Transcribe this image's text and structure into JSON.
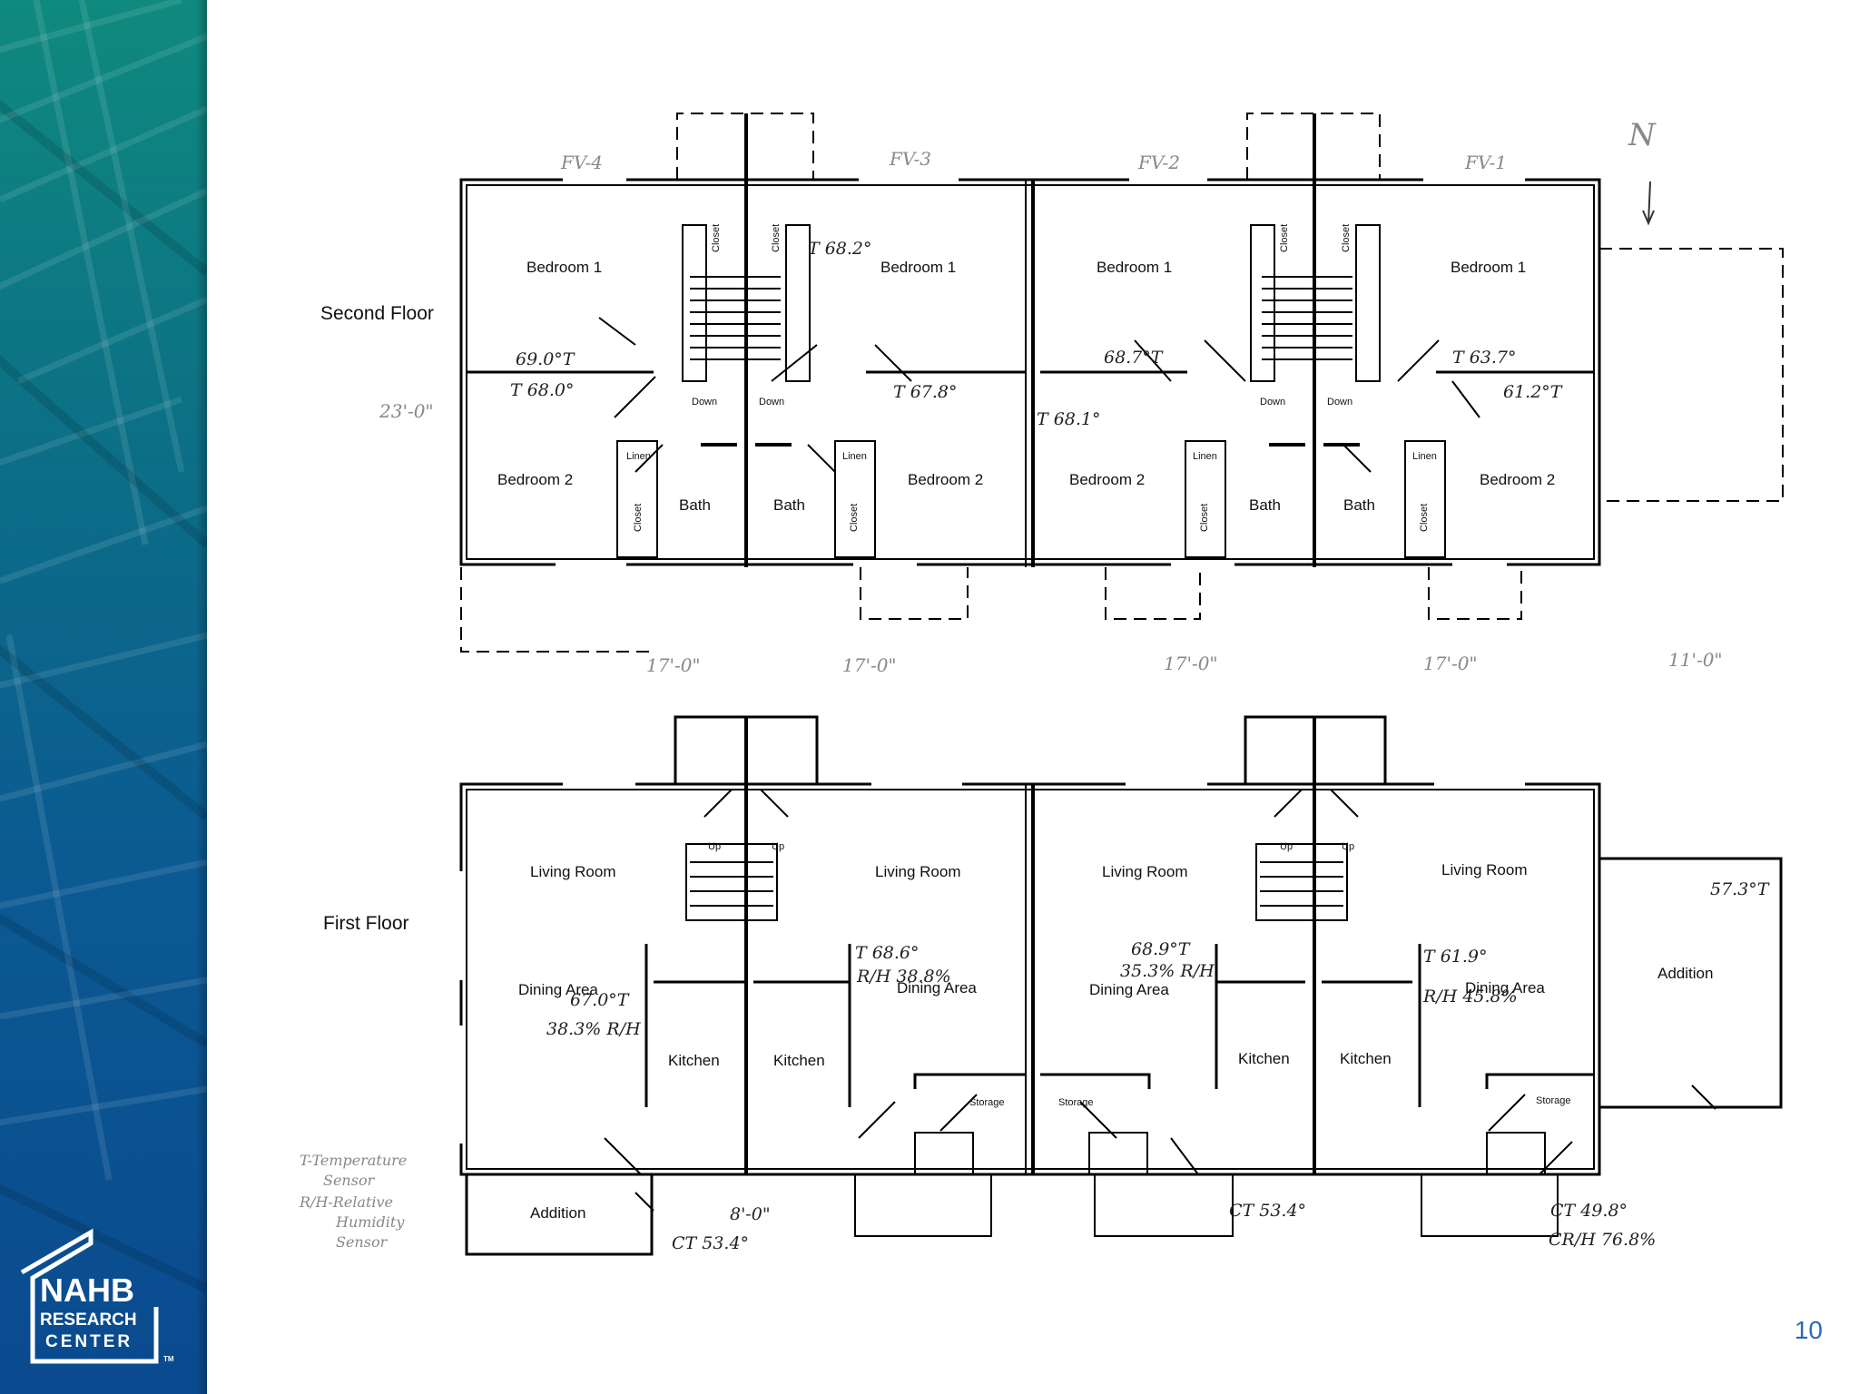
{
  "logo": {
    "line1": "NAHB",
    "line2": "RESEARCH",
    "line3": "CENTER",
    "tm": "TM"
  },
  "page_number": "10",
  "second_floor": {
    "title": "Second Floor",
    "fv_labels": [
      "FV-4",
      "FV-3",
      "FV-2",
      "FV-1"
    ],
    "north_mark": "N",
    "dimension_side": "23'-0\"",
    "dimensions_bottom": [
      "17'-0\"",
      "17'-0\"",
      "17'-0\"",
      "17'-0\"",
      "11'-0\""
    ],
    "rooms": {
      "bedroom1": "Bedroom 1",
      "bedroom2": "Bedroom 2",
      "bath": "Bath",
      "closet": "Closet",
      "linen": "Linen",
      "down": "Down"
    },
    "readings": [
      "T 68.2°",
      "69.0°T",
      "T 68.0°",
      "T 67.8°",
      "68.7°T",
      "T 68.1°",
      "T 63.7°",
      "61.2°T"
    ]
  },
  "first_floor": {
    "title": "First Floor",
    "rooms": {
      "living": "Living Room",
      "dining": "Dining Area",
      "kitchen": "Kitchen",
      "storage": "Storage",
      "addition": "Addition",
      "up": "Up"
    },
    "readings": [
      "67.0°T",
      "38.3% R/H",
      "T 68.6°",
      "R/H 38.8%",
      "68.9°T",
      "35.3% R/H",
      "T 61.9°",
      "R/H 45.8%",
      "57.3°T"
    ],
    "dimension": "8'-0\"",
    "ct_readings": [
      "CT 53.4°",
      "CT 53.4°",
      "CT 49.8°",
      "CR/H 76.8%"
    ]
  },
  "legend": {
    "t_line1": "T-Temperature",
    "t_line2": "Sensor",
    "rh_line1": "R/H-Relative",
    "rh_line2": "Humidity",
    "rh_line3": "Sensor"
  }
}
